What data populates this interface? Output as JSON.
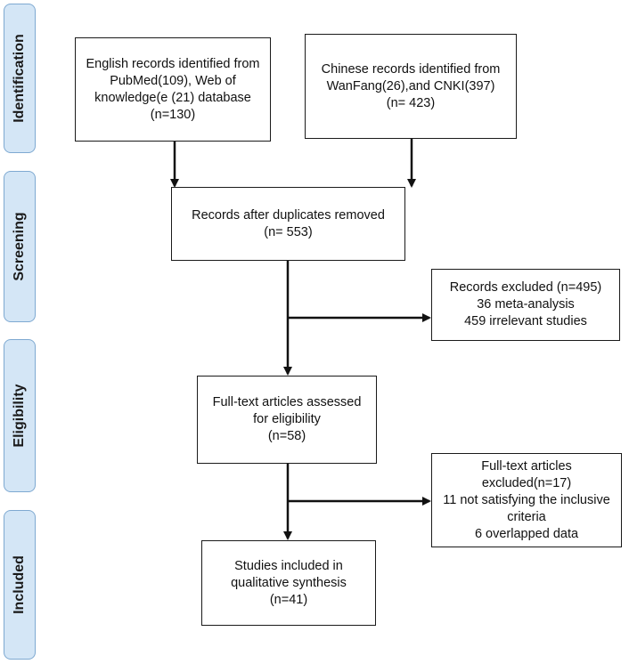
{
  "phases": [
    {
      "id": "identification",
      "label": "Identification"
    },
    {
      "id": "screening",
      "label": "Screening"
    },
    {
      "id": "eligibility",
      "label": "Eligibility"
    },
    {
      "id": "included",
      "label": "Included"
    }
  ],
  "boxes": {
    "english_records": {
      "lines": [
        "English records identified from",
        "PubMed(109), Web of",
        "knowledge(e (21) database",
        "(n=130)"
      ]
    },
    "chinese_records": {
      "lines": [
        "Chinese records identified from",
        "WanFang(26),and CNKI(397)",
        "(n= 423)"
      ]
    },
    "after_duplicates": {
      "lines": [
        "Records after duplicates removed",
        "(n= 553)"
      ]
    },
    "records_excluded": {
      "lines": [
        "Records excluded (n=495)",
        "36 meta-analysis",
        "459 irrelevant studies"
      ]
    },
    "fulltext_assessed": {
      "lines": [
        "Full-text articles assessed",
        "for eligibility",
        "(n=58)"
      ]
    },
    "fulltext_excluded": {
      "lines": [
        "Full-text articles",
        "excluded(n=17)",
        "11 not satisfying the inclusive",
        "criteria",
        "6 overlapped data"
      ]
    },
    "studies_included": {
      "lines": [
        "Studies included in",
        "qualitative synthesis",
        "(n=41)"
      ]
    }
  }
}
